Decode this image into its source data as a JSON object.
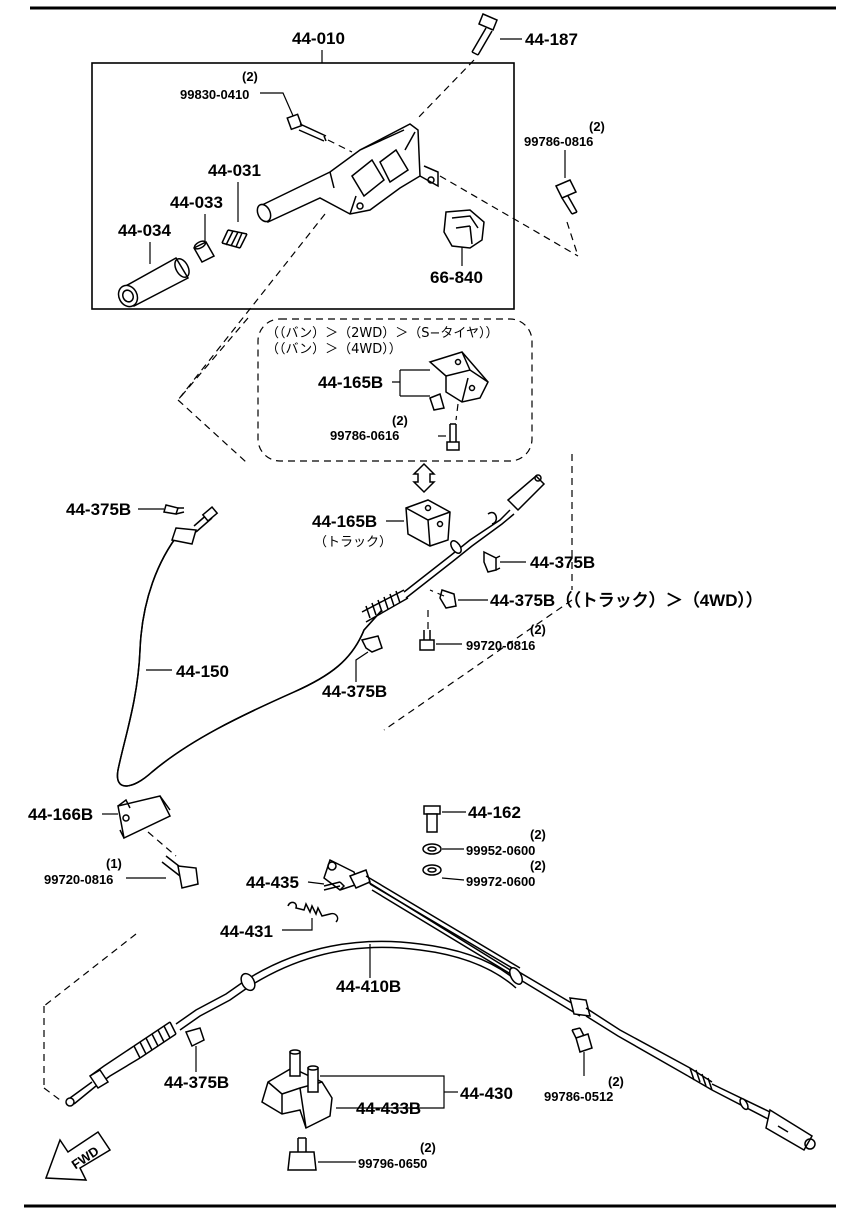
{
  "labels": {
    "assy_010": "44-010",
    "bolt_187": "44-187",
    "qty_0410": "(2)",
    "screw_0410": "99830-0410",
    "qty_0816a": "(2)",
    "bolt_0816a": "99786-0816",
    "spring_031": "44-031",
    "cap_033": "44-033",
    "grip_034": "44-034",
    "switch_840": "66-840",
    "note_line1": "（（バン）＞（2WD）＞（S−タイヤ））",
    "note_line2": "（（バン）＞（4WD））",
    "bracket_165b_van": "44-165B",
    "qty_0616": "(2)",
    "screw_0616": "99786-0616",
    "clip_375b_a": "44-375B",
    "bracket_165b_truck": "44-165B",
    "truck_note": "（トラック）",
    "clip_375b_b": "44-375B",
    "clip_375b_c": "44-375B（（トラック）＞（4WD））",
    "qty_0816b": "(2)",
    "bolt_0816b": "99720-0816",
    "cable_150": "44-150",
    "clip_375b_d": "44-375B",
    "bracket_166b": "44-166B",
    "qty_0816c": "(1)",
    "bolt_0816c": "99720-0816",
    "pin_162": "44-162",
    "qty_0600a": "(2)",
    "washer_0600a": "99952-0600",
    "qty_0600b": "(2)",
    "washer_0600b": "99972-0600",
    "spring_435": "44-435",
    "spring_431": "44-431",
    "cable_410b": "44-410B",
    "qty_0512": "(2)",
    "bolt_0512": "99786-0512",
    "clip_375b_e": "44-375B",
    "equalizer_430": "44-430",
    "bracket_433b": "44-433B",
    "qty_0650": "(2)",
    "bolt_0650": "99796-0650",
    "fwd": "FWD"
  },
  "icons": {
    "fwd_arrow": "arrow-down-left-icon",
    "swap_arrow": "double-arrow-vertical-icon"
  },
  "colors": {
    "ink": "#000000",
    "paper": "#ffffff"
  }
}
